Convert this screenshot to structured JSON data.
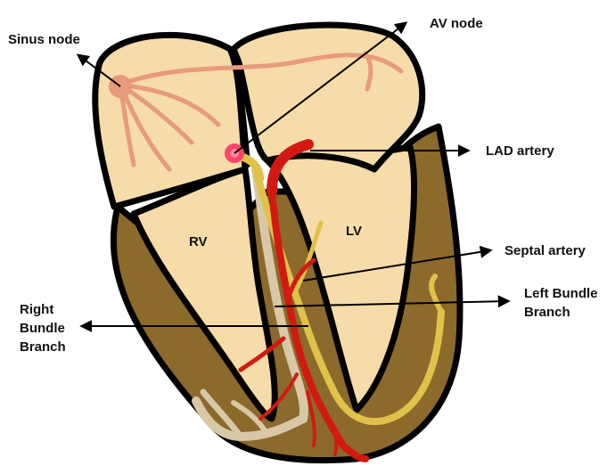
{
  "labels": {
    "sinus_node": "Sinus node",
    "av_node": "AV node",
    "lad_artery": "LAD artery",
    "rv": "RV",
    "lv": "LV",
    "septal_artery": "Septal artery",
    "left_bundle_branch_line1": "Left Bundle",
    "left_bundle_branch_line2": "Branch",
    "right_bundle_branch_line1": "Right",
    "right_bundle_branch_line2": "Bundle",
    "right_bundle_branch_line3": "Branch"
  },
  "colors": {
    "atrium": "#f5dca8",
    "myocardium": "#8b6a2b",
    "outline": "#000000",
    "sinus_node": "#e89a7c",
    "av_node": "#ff4466",
    "artery": "#d21a12",
    "left_bundle": "#e0c24a",
    "right_bundle": "#d8c8a8"
  }
}
